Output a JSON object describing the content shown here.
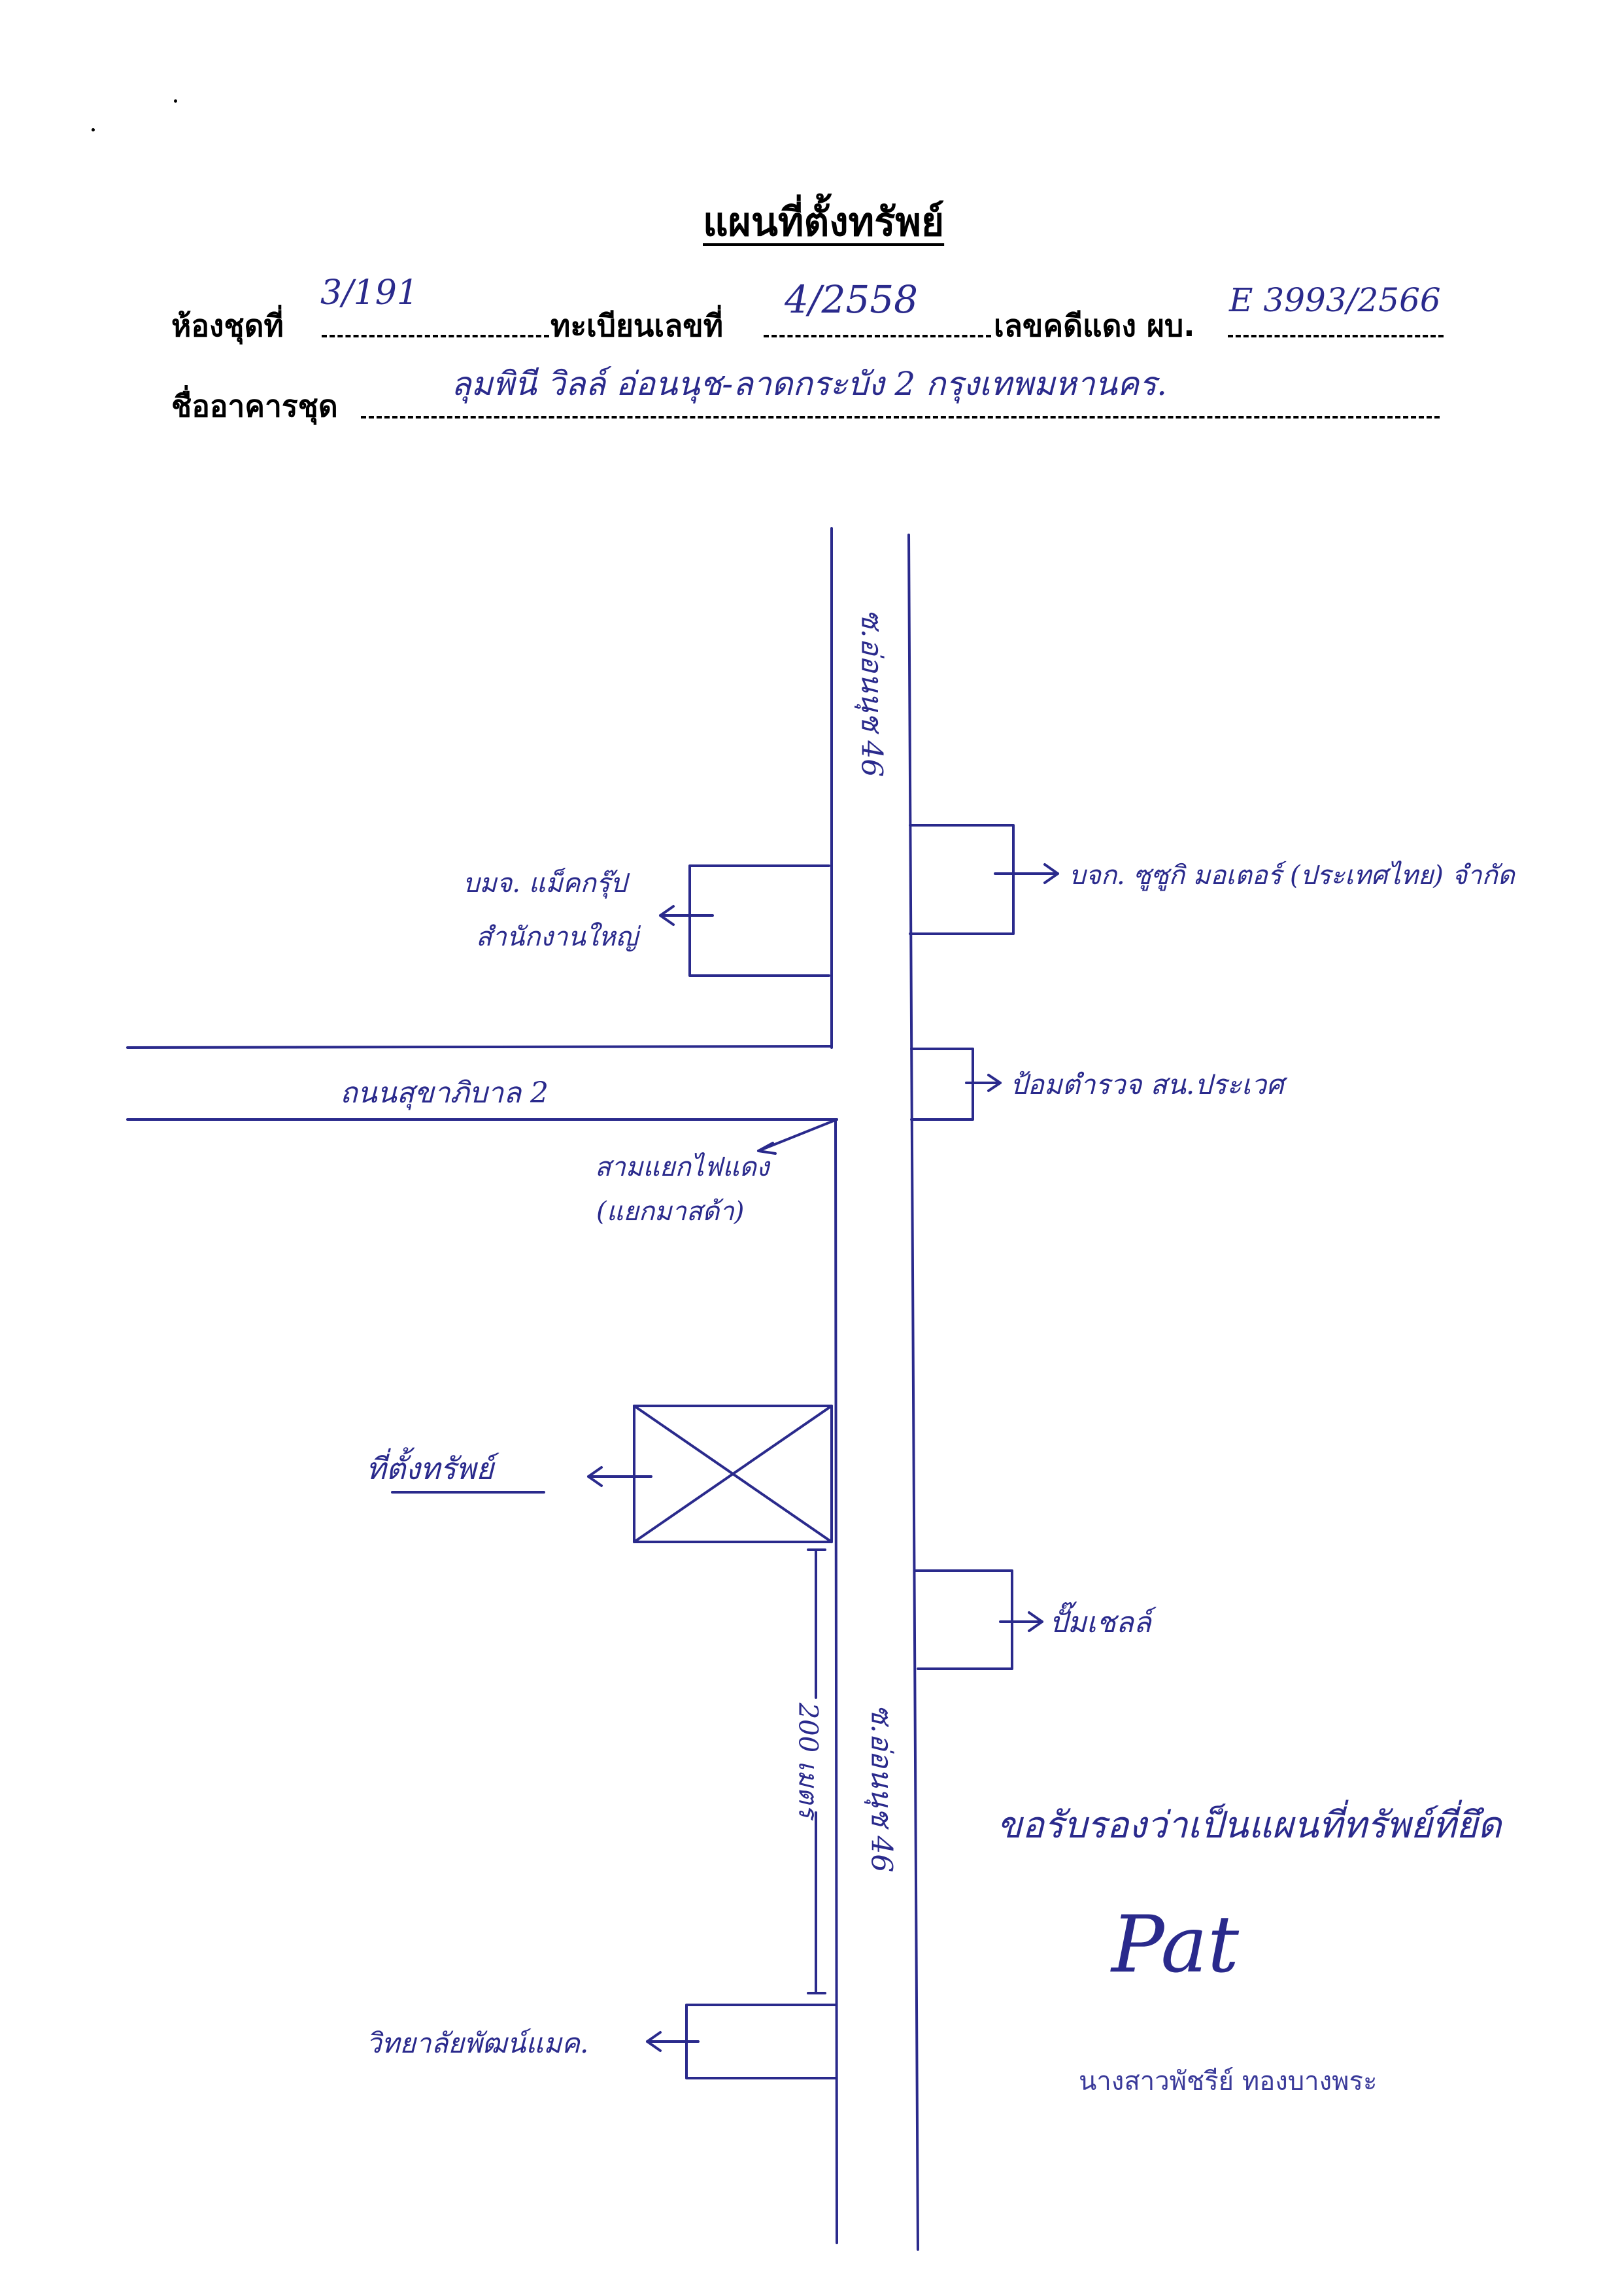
{
  "title": "แผนที่ตั้งทรัพย์",
  "header": {
    "room_label": "ห้องชุดที่",
    "room_value": "3/191",
    "reg_label": "ทะเบียนเลขที่",
    "reg_value": "4/2558",
    "case_label": "เลขคดีแดง ผบ.",
    "case_value": "E 3993/2566",
    "building_label": "ชื่ออาคารชุด",
    "building_value": "ลุมพินี วิลล์ อ่อนนุช-ลาดกระบัง 2 กรุงเทพมหานคร."
  },
  "map": {
    "road_north": "ซ.อ่อนนุช 46",
    "road_south": "ซ.อ่อนนุช 46",
    "road_main": "ถนนสุขาภิบาล 2",
    "intersection_line1": "สามแยกไฟแดง",
    "intersection_line2": "(แยกมาสด้า)",
    "left_company_line1": "บมจ. แม็คกรุ๊ป",
    "left_company_line2": "สำนักงานใหญ่",
    "right_company": "บจก. ซูซูกิ มอเตอร์ (ประเทศไทย) จำกัด",
    "police": "ป้อมตำรวจ สน.ประเวศ",
    "property": "ที่ตั้งทรัพย์",
    "gas_station": "ปั๊มเชลล์",
    "distance": "200 เมตร",
    "college": "วิทยาลัยพัฒน์แมค."
  },
  "certification": {
    "statement": "ขอรับรองว่าเป็นแผนที่ทรัพย์ที่ยึด",
    "signature": "Pat",
    "name": "นางสาวพัชรีย์  ทองบางพระ"
  },
  "colors": {
    "ink": "#2a2a8c",
    "print": "#000000"
  }
}
